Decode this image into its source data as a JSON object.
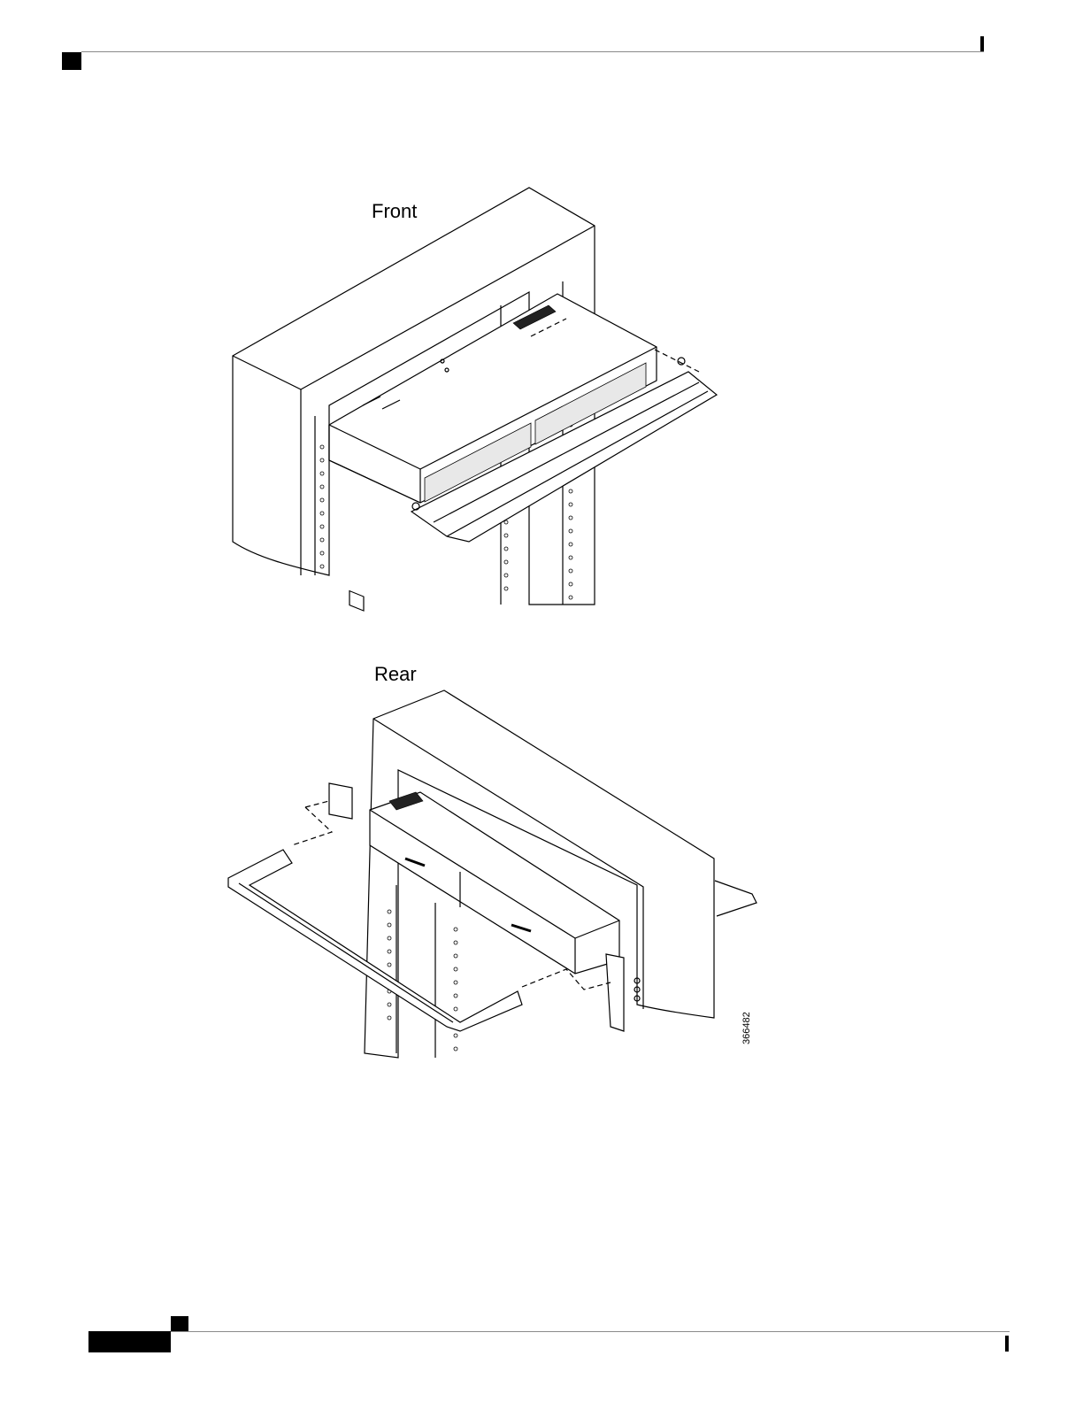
{
  "figure": {
    "front_label": "Front",
    "rear_label": "Rear",
    "figure_id": "366482"
  }
}
